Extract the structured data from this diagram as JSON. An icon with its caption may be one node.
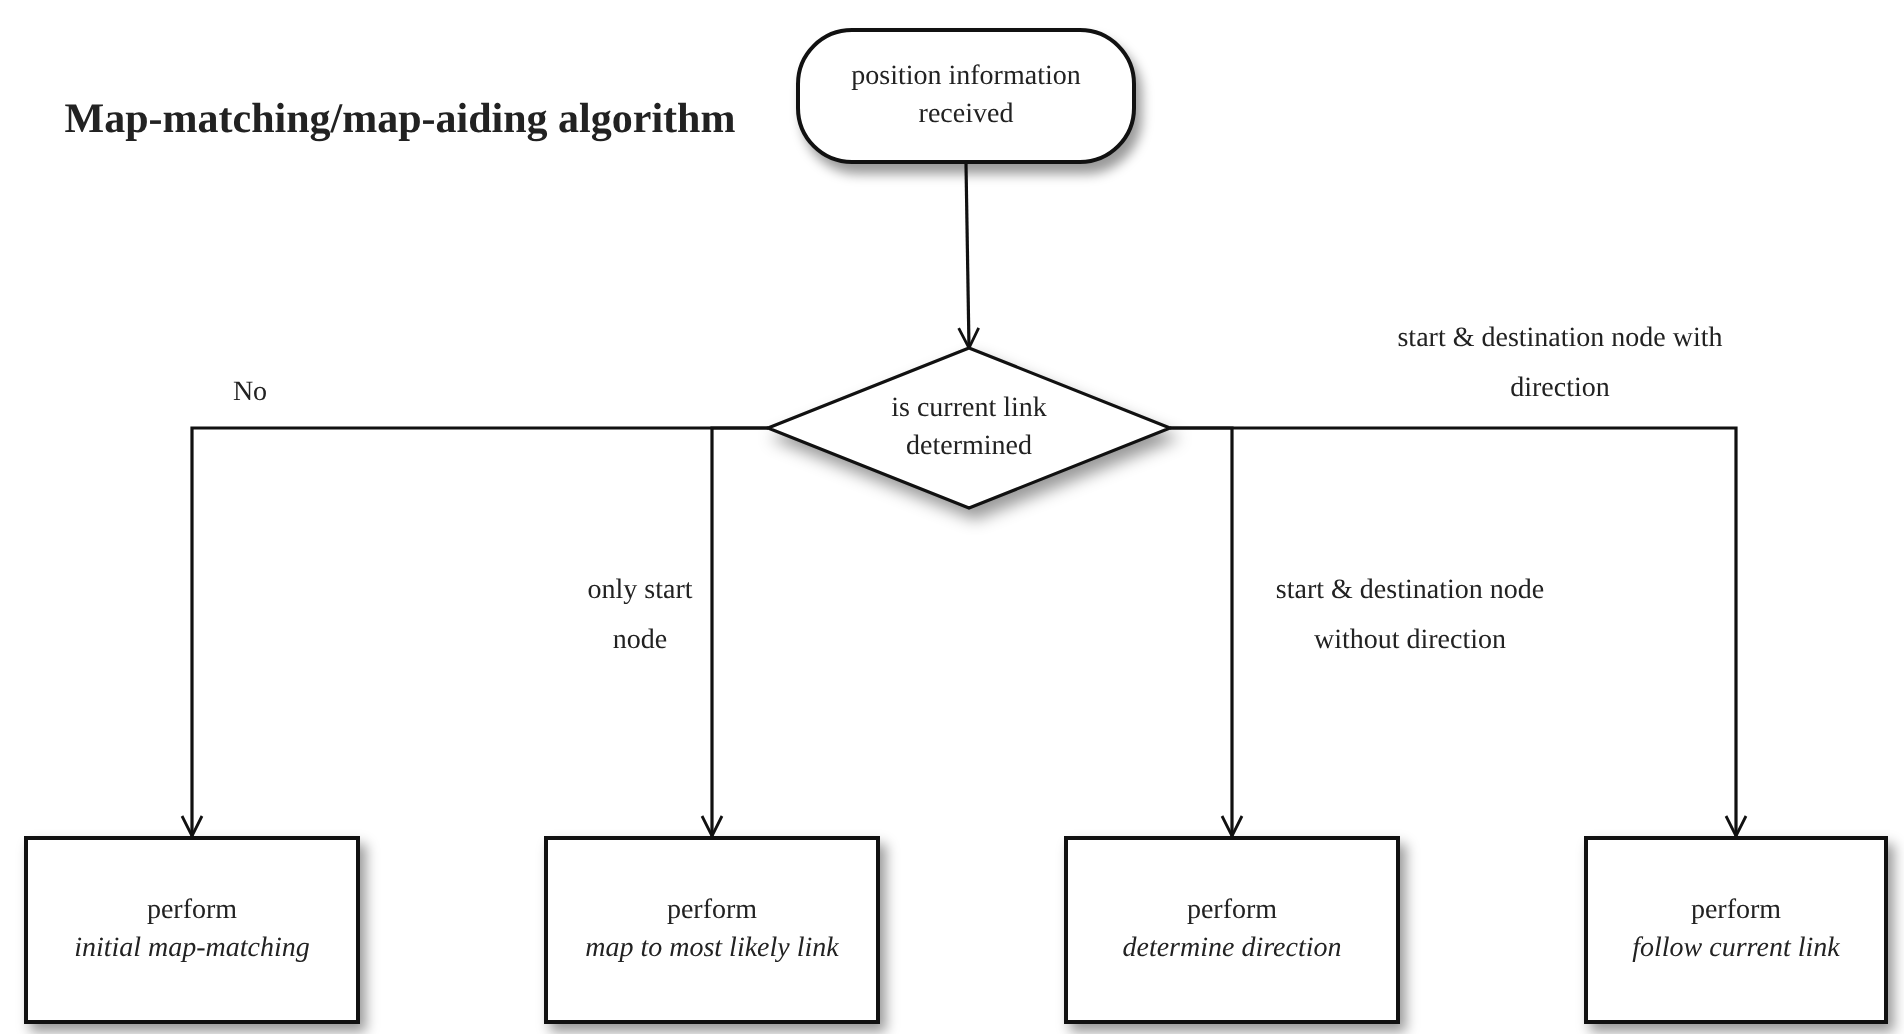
{
  "diagram": {
    "title": "Map-matching/map-aiding algorithm",
    "nodes": [
      {
        "text": [
          "position information received"
        ]
      },
      {
        "text": [
          "is current link determined"
        ]
      },
      {
        "text": [
          "perform",
          "initial map-matching"
        ]
      },
      {
        "text": [
          "perform",
          "map to most likely link"
        ]
      },
      {
        "text": [
          "perform",
          "determine direction"
        ]
      },
      {
        "text": [
          "perform",
          "follow current link"
        ]
      }
    ],
    "edges": [
      {
        "from": 0,
        "to": 1,
        "arrow": "to"
      },
      {
        "from": 1,
        "to": 2,
        "arrow": "to",
        "label": "No"
      },
      {
        "from": 1,
        "to": 3,
        "arrow": "to",
        "label": "only start node"
      },
      {
        "from": 1,
        "to": 4,
        "arrow": "to",
        "label": "start & destination node without direction"
      },
      {
        "from": 1,
        "to": 5,
        "arrow": "to",
        "label": "start & destination node with direction"
      }
    ]
  }
}
